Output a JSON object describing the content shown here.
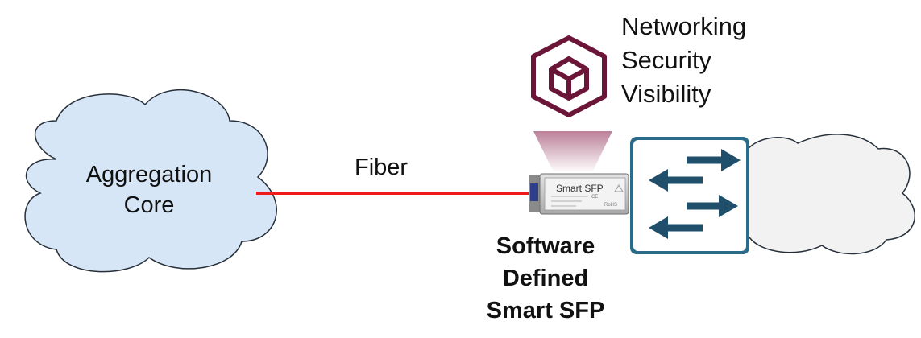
{
  "colors": {
    "cloud_fill": "#d7e6f7",
    "cloud_stroke": "#27303a",
    "fiber": "#ef1a1a",
    "module_icon": "#6b1538",
    "beam": "#b77a93",
    "switch_fill": "#2a6b8a",
    "arrow": "#1f4f6a"
  },
  "icons": [
    "module-cube-icon",
    "switch-arrows-icon"
  ],
  "left_cloud": {
    "line1": "Aggregation",
    "line2": "Core"
  },
  "fiber_label": "Fiber",
  "features": [
    "Networking",
    "Security",
    "Visibility"
  ],
  "sfp": {
    "label": "Smart SFP",
    "caption": [
      "Software",
      "Defined",
      "Smart SFP"
    ]
  }
}
